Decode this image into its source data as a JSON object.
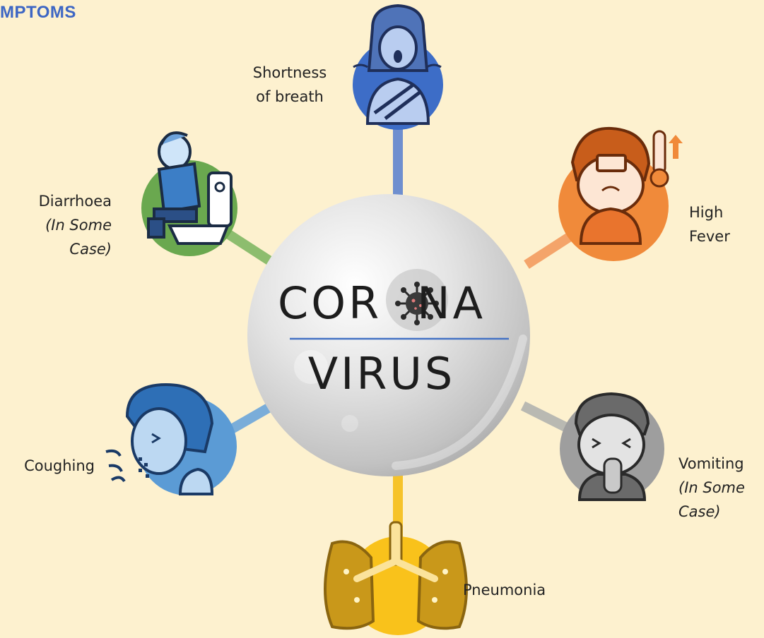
{
  "title": "MPTOMS",
  "center": {
    "line1_left": "COR",
    "line1_right": "NA",
    "line2": "VIRUS"
  },
  "symptoms": {
    "breath": {
      "line1": "Shortness",
      "line2": "of breath"
    },
    "fever": {
      "line1": "High",
      "line2": "Fever"
    },
    "diarrhoea": {
      "line1": "Diarrhoea",
      "note1": "(In Some",
      "note2": "Case)"
    },
    "coughing": {
      "line1": "Coughing"
    },
    "vomiting": {
      "line1": "Vomiting",
      "note1": "(In Some",
      "note2": "Case)"
    },
    "pneumonia": {
      "line1": "Pneumonia"
    }
  },
  "colors": {
    "background": "#fdf1cf",
    "title": "#3d66c4",
    "breath": "#3d6dc7",
    "fever": "#f08a3a",
    "diarrhoea": "#6aa84f",
    "coughing": "#5b9bd5",
    "vomiting": "#9e9e9e",
    "pneumonia": "#f9c21b",
    "divider": "#4472c4"
  },
  "icons": [
    "breathless-person-icon",
    "fever-person-icon",
    "toilet-person-icon",
    "coughing-person-icon",
    "vomiting-person-icon",
    "lungs-icon",
    "virus-icon"
  ]
}
